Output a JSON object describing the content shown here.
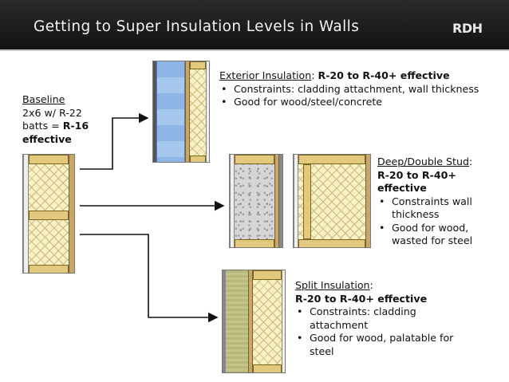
{
  "header": {
    "title": "Getting to Super Insulation Levels in Walls",
    "logo": "RDH"
  },
  "baseline": {
    "heading": "Baseline",
    "line1": "2x6 w/ R-22",
    "line2_prefix": "batts = ",
    "line2_bold": "R-16",
    "line3": "effective"
  },
  "exterior": {
    "heading": "Exterior Insulation",
    "sep": ": ",
    "value": "R-20 to R-40+ effective",
    "bullets": [
      "Constraints: cladding attachment, wall thickness",
      "Good for wood/steel/concrete"
    ]
  },
  "deep": {
    "heading": "Deep/Double Stud",
    "sep": ":",
    "value": "R-20 to R-40+ effective",
    "bullets": [
      "Constraints wall thickness",
      "Good for wood, wasted for steel"
    ]
  },
  "split": {
    "heading": "Split Insulation",
    "sep": ":",
    "value": "R-20 to R-40+ effective",
    "bullets": [
      "Constraints: cladding attachment",
      "Good for wood, palatable for steel"
    ]
  },
  "colors": {
    "header_bg": "#1c1c1c",
    "logo_red": "#c8202a",
    "foam_blue": "#8fb6e6",
    "batt_yellow": "#f8f1c4",
    "stud_wood": "#e2c97e"
  }
}
